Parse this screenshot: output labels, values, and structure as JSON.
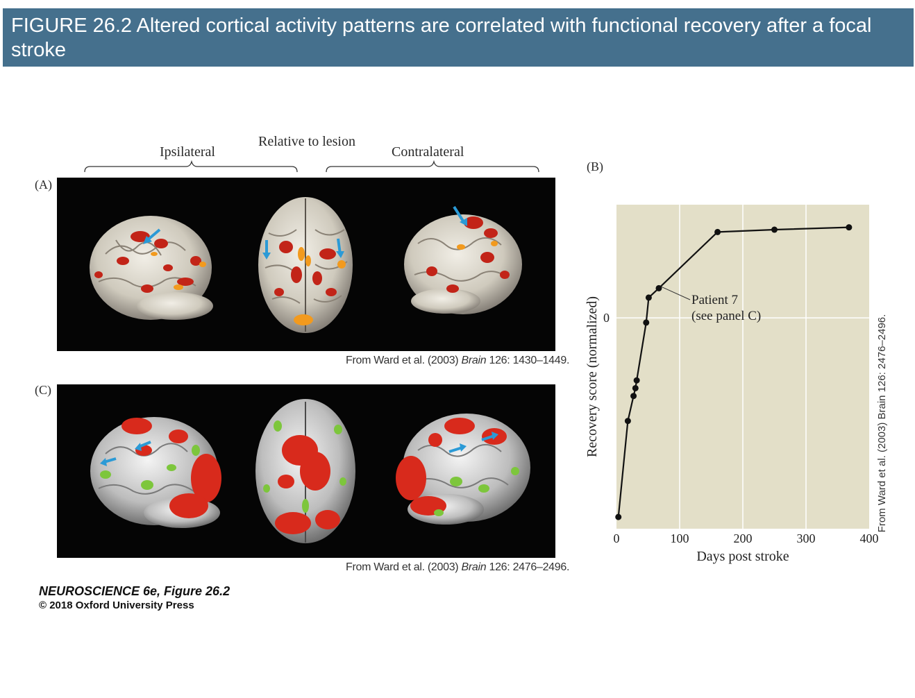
{
  "title": "FIGURE 26.2  Altered cortical activity patterns are correlated with functional recovery after a focal stroke",
  "panel_a": {
    "label": "(A)",
    "header_top": "Relative to lesion",
    "header_left": "Ipsilateral",
    "header_right": "Contralateral",
    "credit_prefix": "From Ward et al. (2003) ",
    "credit_journal": "Brain",
    "credit_suffix": " 126: 1430–1449."
  },
  "panel_c": {
    "label": "(C)",
    "credit_prefix": "From Ward et al. (2003) ",
    "credit_journal": "Brain",
    "credit_suffix": " 126: 2476–2496."
  },
  "panel_b": {
    "label": "(B)",
    "annotation_line1": "Patient 7",
    "annotation_line2": "(see panel C)",
    "side_credit": "From Ward et al. (2003) Brain 126: 2476–2496."
  },
  "book": {
    "title": "NEUROSCIENCE 6e, Figure 26.2",
    "copyright": "© 2018 Oxford University Press"
  },
  "colors": {
    "title_bar": "#45708d",
    "plot_background": "#e3dfc8",
    "activation_red": "#d82a1c",
    "activation_orange": "#f29a1e",
    "reduced_green": "#7dc63c",
    "arrow_blue": "#2b9ad6"
  },
  "chart_data": {
    "type": "line",
    "xlabel": "Days post stroke",
    "ylabel": "Recovery score (normalized)",
    "xlim": [
      0,
      400
    ],
    "xticks": [
      0,
      100,
      200,
      300,
      400
    ],
    "yticks": [
      0
    ],
    "grid": true,
    "series": [
      {
        "name": "Patient 7",
        "points": [
          [
            3,
            -2.55
          ],
          [
            18,
            -1.32
          ],
          [
            27,
            -1.0
          ],
          [
            30,
            -0.9
          ],
          [
            32,
            -0.8
          ],
          [
            47,
            -0.06
          ],
          [
            51,
            0.26
          ],
          [
            67,
            0.38
          ],
          [
            160,
            1.1
          ],
          [
            250,
            1.13
          ],
          [
            368,
            1.16
          ]
        ]
      }
    ]
  }
}
